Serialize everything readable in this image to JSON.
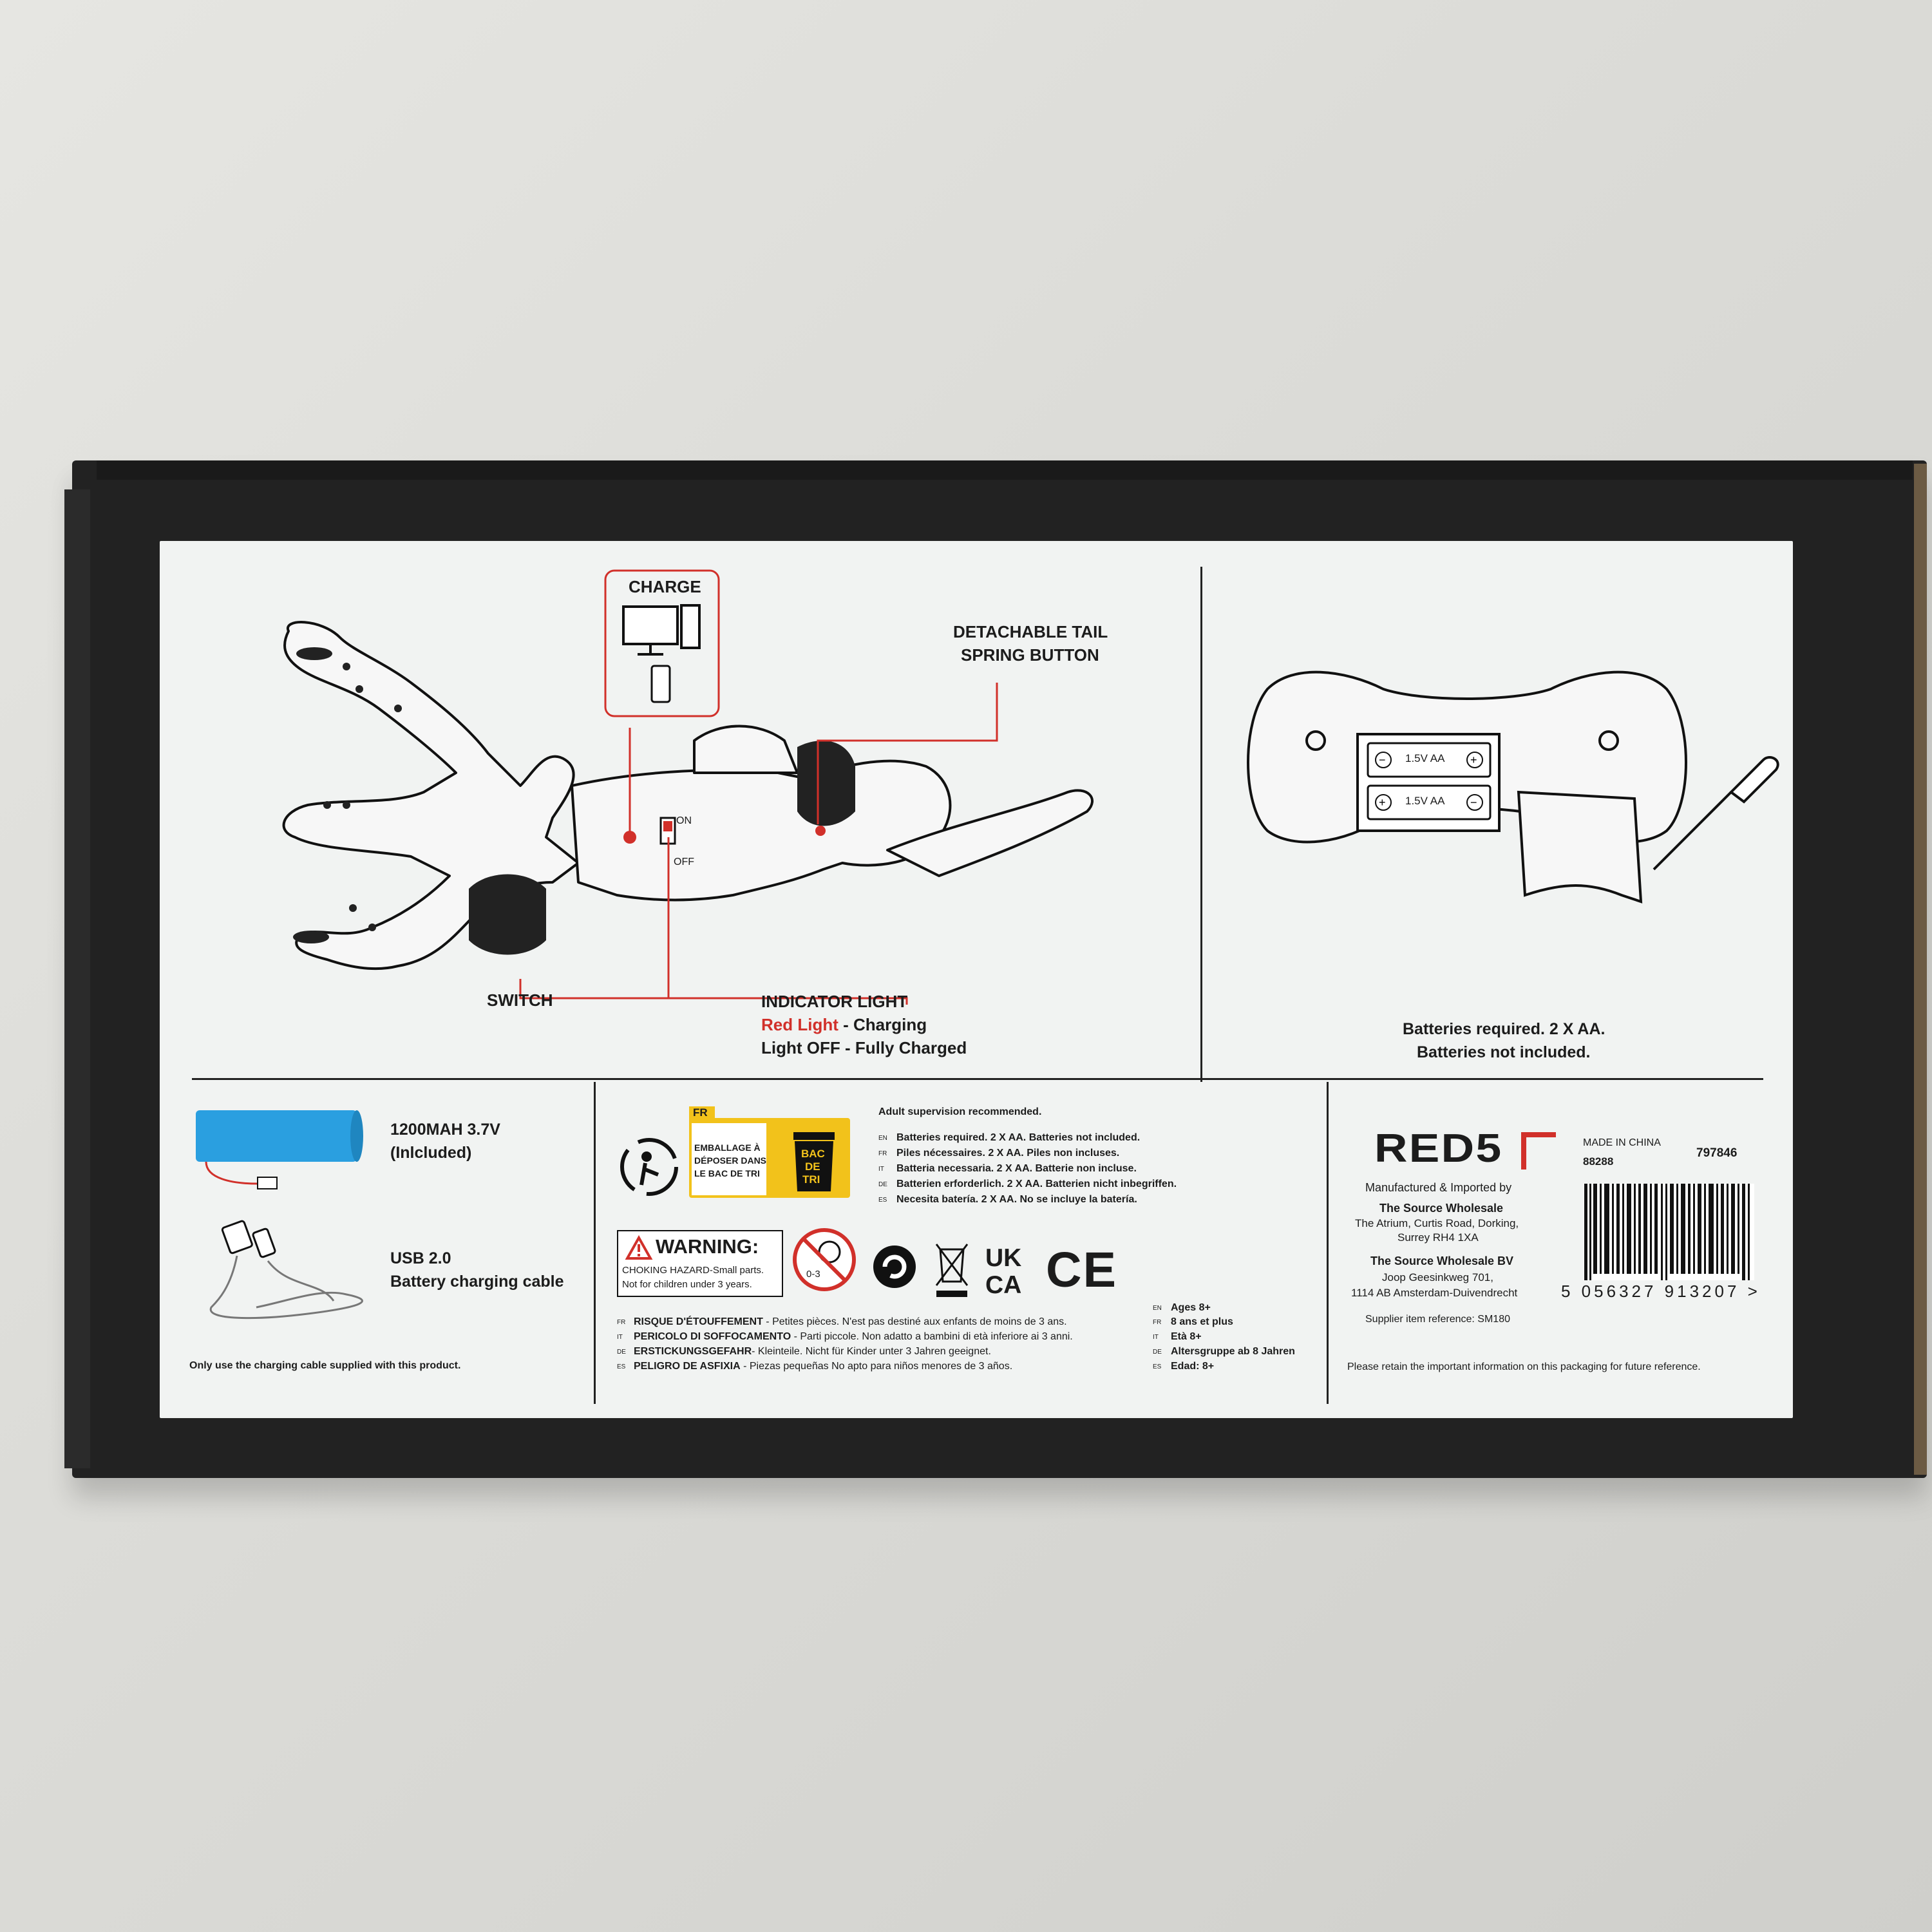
{
  "diagram": {
    "charge": "CHARGE",
    "on": "ON",
    "off": "OFF",
    "tail_line1": "DETACHABLE TAIL",
    "tail_line2": "SPRING BUTTON",
    "switch": "SWITCH",
    "indicator_title": "INDICATOR LIGHT",
    "indicator_red": "Red Light",
    "indicator_red_rest": " - Charging",
    "indicator_off": "Light OFF - Fully Charged"
  },
  "remote": {
    "cell1": "1.5V AA",
    "cell2": "1.5V AA",
    "req1": "Batteries required. 2 X AA.",
    "req2": "Batteries not included."
  },
  "accessories": {
    "battery_line1": "1200MAH 3.7V",
    "battery_line2": "(Inlcluded)",
    "usb_line1": "USB 2.0",
    "usb_line2": "Battery charging cable",
    "note": "Only use the charging cable supplied with this product."
  },
  "safety": {
    "adult": "Adult supervision recommended.",
    "fr_tag": "FR",
    "recycle_text": [
      "EMBALLAGE À",
      "DÉPOSER DANS",
      "LE BAC DE TRI"
    ],
    "bac_text": [
      "BAC",
      "DE",
      "TRI"
    ],
    "battery_lines": [
      {
        "code": "EN",
        "text": "Batteries required. 2 X AA. Batteries not included."
      },
      {
        "code": "FR",
        "text": "Piles nécessaires. 2 X AA. Piles non incluses."
      },
      {
        "code": "IT",
        "text": "Batteria necessaria. 2 X AA. Batterie non incluse."
      },
      {
        "code": "DE",
        "text": "Batterien erforderlich. 2 X AA. Batterien nicht inbegriffen."
      },
      {
        "code": "ES",
        "text": "Necesita batería. 2 X AA. No se incluye la batería."
      }
    ],
    "warning_title": "WARNING:",
    "warning_line1": "CHOKING HAZARD-Small parts.",
    "warning_line2": "Not for children under 3 years.",
    "age_mark": "0-3",
    "ukca1": "UK",
    "ukca2": "CA",
    "ce": "CE",
    "choking_lines": [
      {
        "code": "FR",
        "bold": "RISQUE D'ÉTOUFFEMENT",
        "text": " - Petites pièces. N'est pas destiné aux enfants de moins de 3 ans."
      },
      {
        "code": "IT",
        "bold": "PERICOLO DI SOFFOCAMENTO",
        "text": " - Parti piccole. Non adatto a bambini di età inferiore ai 3 anni."
      },
      {
        "code": "DE",
        "bold": "ERSTICKUNGSGEFAHR",
        "text": "- Kleinteile. Nicht für Kinder unter 3 Jahren geeignet."
      },
      {
        "code": "ES",
        "bold": "PELIGRO DE ASFIXIA",
        "text": " - Piezas pequeñas No apto para niños menores de 3 años."
      }
    ],
    "age_lines": [
      {
        "code": "EN",
        "text": "Ages 8+"
      },
      {
        "code": "FR",
        "text": "8 ans et plus"
      },
      {
        "code": "IT",
        "text": "Età 8+"
      },
      {
        "code": "DE",
        "text": "Altersgruppe ab 8 Jahren"
      },
      {
        "code": "ES",
        "text": "Edad: 8+"
      }
    ]
  },
  "maker": {
    "logo": "RED5",
    "made_in": "MADE IN CHINA",
    "code1": "88288",
    "code2": "797846",
    "manufactured": "Manufactured & Imported by",
    "uk_name": "The Source Wholesale",
    "uk_addr1": "The Atrium, Curtis Road, Dorking,",
    "uk_addr2": "Surrey RH4 1XA",
    "eu_name": "The Source Wholesale BV",
    "eu_addr1": "Joop Geesinkweg 701,",
    "eu_addr2": "1114 AB Amsterdam-Duivendrecht",
    "supplier": "Supplier item reference: SM180",
    "barcode_digits": "5 056327 913207 >",
    "retain": "Please retain the important information on this packaging for future reference."
  },
  "colors": {
    "accent_red": "#d1302a",
    "battery_blue": "#2a9fe0",
    "recycle_yellow": "#f2c21b"
  }
}
